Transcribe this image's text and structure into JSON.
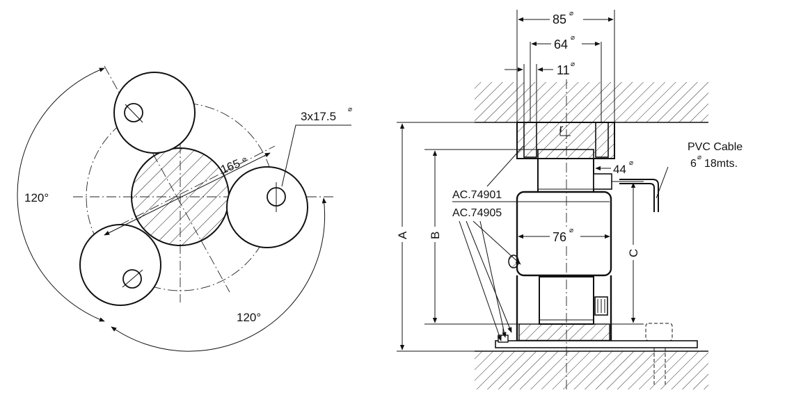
{
  "plan_view": {
    "angle_top": "120°",
    "angle_bottom": "120°",
    "pcd": "165",
    "pcd_sup": "⌀",
    "holes": "3x17.5",
    "holes_sup": "⌀"
  },
  "elevation": {
    "dia_85": "85",
    "dia_64": "64",
    "dia_11": "11",
    "dia_44": "44",
    "dia_76": "76",
    "dia_sup": "⌀",
    "r_label": "r",
    "dim_a": "A",
    "dim_b": "B",
    "dim_c": "C",
    "part_1": "AC.74901",
    "part_2": "AC.74905",
    "cable_line1": "PVC Cable",
    "cable_line2_a": "6",
    "cable_line2_sup": "⌀",
    "cable_line2_b": "18mts."
  }
}
